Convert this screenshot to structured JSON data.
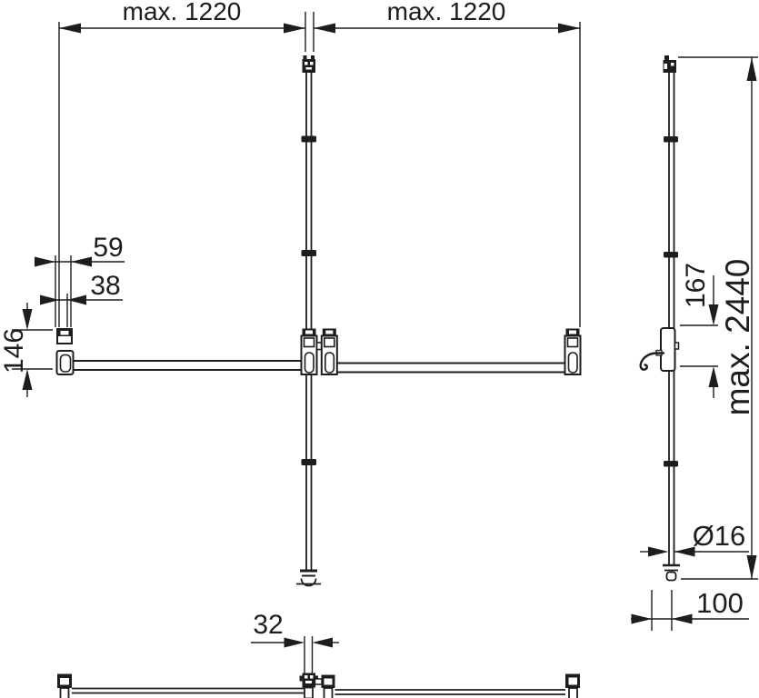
{
  "drawing": {
    "ink_color": "#1d1d1b",
    "background_color": "#ffffff",
    "views": {
      "front": {
        "dim_span_left": "max. 1220",
        "dim_span_right": "max. 1220",
        "dim_offset_outer": "59",
        "dim_offset_inner": "38",
        "dim_bracket_height": "146"
      },
      "side": {
        "dim_device_height": "167",
        "dim_total_height": "max. 2440",
        "dim_rod_diameter": "Ø16",
        "dim_bottom_offset": "100"
      },
      "plan": {
        "dim_center_gap": "32"
      }
    }
  }
}
